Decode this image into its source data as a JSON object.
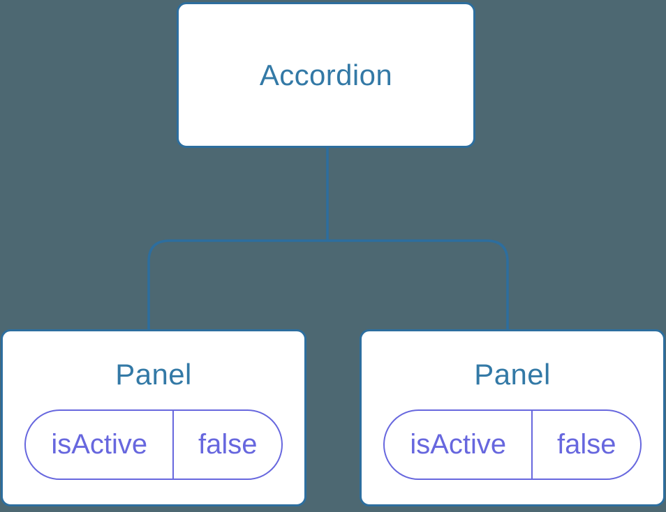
{
  "diagram": {
    "root": {
      "label": "Accordion"
    },
    "children": [
      {
        "title": "Panel",
        "state": {
          "name": "isActive",
          "value": "false"
        }
      },
      {
        "title": "Panel",
        "state": {
          "name": "isActive",
          "value": "false"
        }
      }
    ],
    "colors": {
      "background": "#4d6872",
      "node_bg": "#ffffff",
      "node_border": "#2d6e9e",
      "node_text": "#3379a6",
      "state_accent": "#6767de"
    }
  }
}
